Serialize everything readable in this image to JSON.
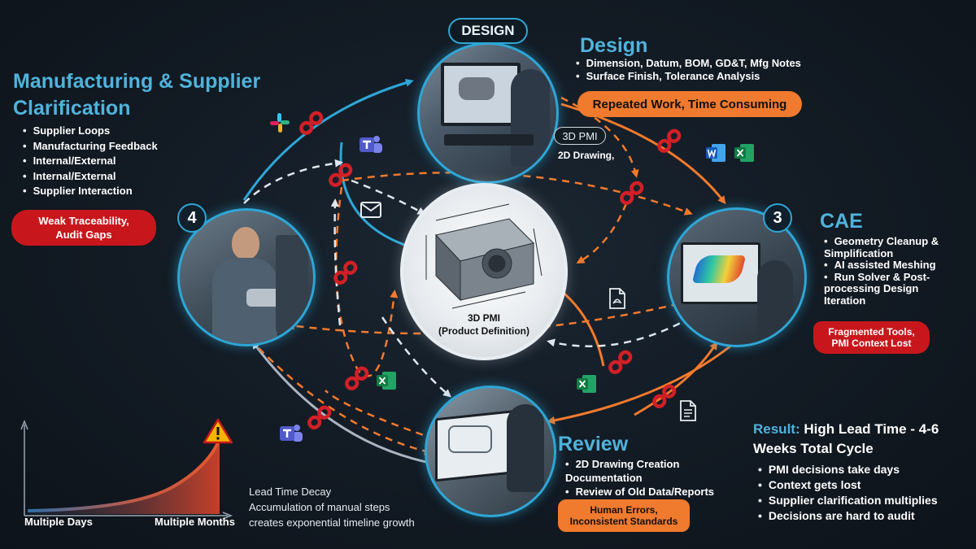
{
  "diagram": {
    "design_badge": "DESIGN",
    "design": {
      "title": "Design",
      "bullets": [
        "Dimension, Datum, BOM, GD&T, Mfg Notes",
        "Surface Finish, Tolerance Analysis"
      ],
      "callout": "Repeated Work, Time Consuming",
      "tag_3dpmi": "3D PMI",
      "tag_2d": "2D Drawing,"
    },
    "cae": {
      "number": "3",
      "title": "CAE",
      "bullets": [
        "Geometry Cleanup & Simplification",
        "AI assisted Meshing",
        "Run Solver & Post-processing Design Iteration"
      ],
      "callout": "Fragmented Tools, PMI Context Lost"
    },
    "review": {
      "title": "Review",
      "bullets": [
        "2D Drawing Creation Documentation",
        "Review of Old Data/Reports"
      ],
      "callout": "Human Errors, Inconsistent Standards"
    },
    "manufacturing": {
      "number": "4",
      "title": "Manufacturing & Supplier Clarification",
      "bullets": [
        "Supplier Loops",
        "Manufacturing Feedback",
        "Internal/External",
        "Internal/External",
        "Supplier Interaction"
      ],
      "callout": "Weak Traceability, Audit Gaps"
    },
    "center": {
      "title": "3D PMI",
      "subtitle": "(Product Definition)"
    },
    "decay": {
      "label_left": "Multiple Days",
      "label_right": "Multiple Months",
      "text_line1": "Lead Time Decay",
      "text_line2": "Accumulation of manual steps",
      "text_line3": "creates exponential timeline growth"
    },
    "result": {
      "label": "Result:",
      "title": "High Lead Time - 4-6 Weeks Total Cycle",
      "bullets": [
        "PMI decisions take days",
        "Context gets lost",
        "Supplier clarification multiplies",
        "Decisions are hard to audit"
      ]
    }
  },
  "colors": {
    "blue": "#2ea6d6",
    "heading_blue": "#4fb3dc",
    "orange": "#f47a2c",
    "red": "#c8171c",
    "orange_callout": "#f07a2e",
    "dashed_white": "#dfe6ee"
  },
  "icons": [
    "slack-icon",
    "teams-icon",
    "email-icon",
    "word-icon",
    "excel-icon",
    "pdf-icon",
    "document-icon",
    "broken-link-icon",
    "warning-icon"
  ]
}
